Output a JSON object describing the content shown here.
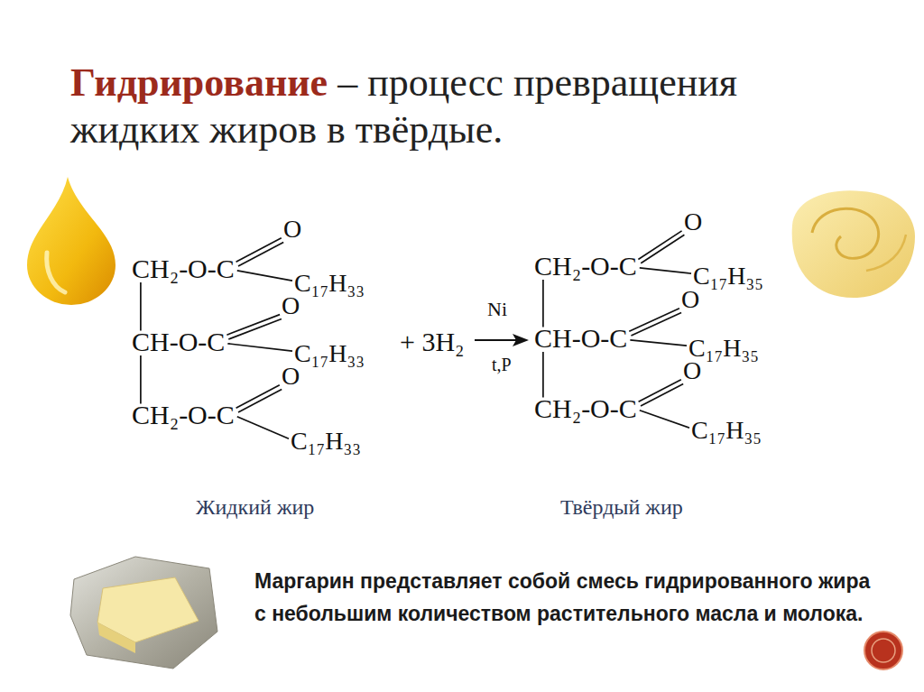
{
  "diagram": {
    "title": "Гидрирование",
    "caption": "Маргарин представляет собой смесь гидрированного жира с небольшим количеством растительного масла и молока.",
    "labels": [
      "– процесс превращения жидких жиров в твёрдые.",
      "O",
      "CH₂-O-C",
      "C₁₇H₃₃",
      "O",
      "CH-O-C",
      "C₁₇H₃₃",
      "O",
      "CH₂-O-C",
      "C₁₇H₃₃",
      "+ 3H₂",
      "Ni",
      "t,P",
      "O",
      "CH₂-O-C",
      "C₁₇H₃₅",
      "O",
      "CH-O-C",
      "C₁₇H₃₅",
      "O",
      "CH₂-O-C",
      "C₁₇H₃₅",
      "Жидкий жир",
      "Твёрдый жир"
    ]
  }
}
